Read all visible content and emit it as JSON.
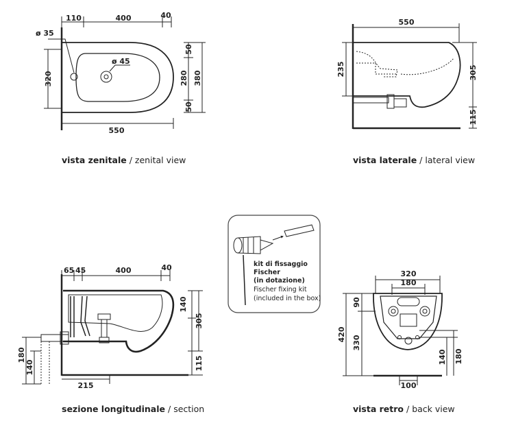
{
  "zenital": {
    "dim_top": [
      "110",
      "400",
      "40"
    ],
    "dia_hole": "ø 35",
    "dia_center": "ø 45",
    "dim_left": "320",
    "dim_right_parts": [
      "50",
      "280",
      "50"
    ],
    "dim_right_total": "380",
    "dim_bottom": "550",
    "caption_bold": "vista zenitale",
    "caption_sep": " / ",
    "caption_en": "zenital view"
  },
  "lateral": {
    "dim_top": "550",
    "dim_left": "235",
    "dim_right_upper": "305",
    "dim_right_lower": "115",
    "caption_bold": "vista laterale",
    "caption_sep": " / ",
    "caption_en": "lateral view"
  },
  "section": {
    "dim_top": [
      "65",
      "45",
      "400",
      "40"
    ],
    "dim_right": [
      "140",
      "305",
      "115"
    ],
    "dim_left": [
      "180",
      "140"
    ],
    "dim_bottom": "215",
    "caption_bold": "sezione longitudinale",
    "caption_sep": " / ",
    "caption_en": "section"
  },
  "kit": {
    "line1": "kit di fissaggio",
    "line2": "Fischer",
    "line3": "(in dotazione)",
    "line4": "Fischer fixing kit",
    "line5": "(included in the box)"
  },
  "back": {
    "dim_top_outer": "320",
    "dim_top_inner": "180",
    "dim_left": [
      "90",
      "420",
      "330"
    ],
    "dim_right": [
      "140",
      "180"
    ],
    "dim_bottom": "100",
    "caption_bold": "vista retro",
    "caption_sep": " / ",
    "caption_en": "back view"
  }
}
